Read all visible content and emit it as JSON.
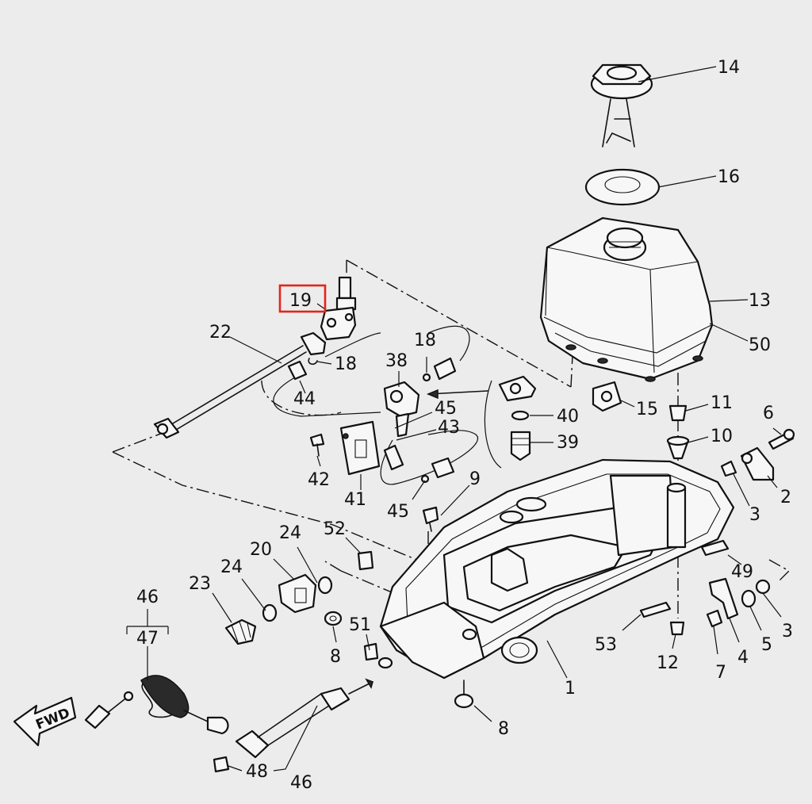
{
  "diagram": {
    "highlighted_callout": "19",
    "highlight_color": "#e3241b",
    "fwd_label": "FWD",
    "callouts": {
      "c14": "14",
      "c16": "16",
      "c13": "13",
      "c50": "50",
      "c19": "19",
      "c22": "22",
      "c18a": "18",
      "c18b": "18",
      "c38": "38",
      "c44": "44",
      "c45a": "45",
      "c43": "43",
      "c40": "40",
      "c39": "39",
      "c15": "15",
      "c11": "11",
      "c10": "10",
      "c6": "6",
      "c2": "2",
      "c3a": "3",
      "c42": "42",
      "c41": "41",
      "c45b": "45",
      "c9": "9",
      "c52": "52",
      "c24a": "24",
      "c20": "20",
      "c24b": "24",
      "c23": "23",
      "c46a": "46",
      "c47": "47",
      "c49": "49",
      "c3b": "3",
      "c5": "5",
      "c4": "4",
      "c7": "7",
      "c12": "12",
      "c53": "53",
      "c51": "51",
      "c8a": "8",
      "c1": "1",
      "c8b": "8",
      "c48": "48",
      "c46b": "46"
    }
  }
}
